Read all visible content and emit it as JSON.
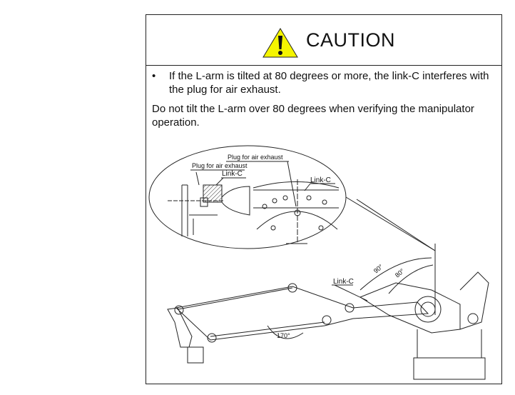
{
  "caution": {
    "title": "CAUTION",
    "icon": "warning-triangle-icon",
    "accent": "#f5f500",
    "bullet": "•",
    "bullet_text": "If the L-arm is tilted at 80 degrees or more, the link-C interferes with the plug for air exhaust.",
    "instruction": "Do not tilt the L-arm over 80 degrees when verifying the manipulator operation."
  },
  "figure": {
    "label_plug_right": "Plug for air exhaust",
    "label_plug_left": "Plug for air exhaust",
    "label_linkc_left": "Link-C",
    "label_linkc_right": "Link-C",
    "label_linkc_main": "Link-C",
    "angle_90": "90°",
    "angle_80": "80°",
    "angle_170": "170°"
  }
}
